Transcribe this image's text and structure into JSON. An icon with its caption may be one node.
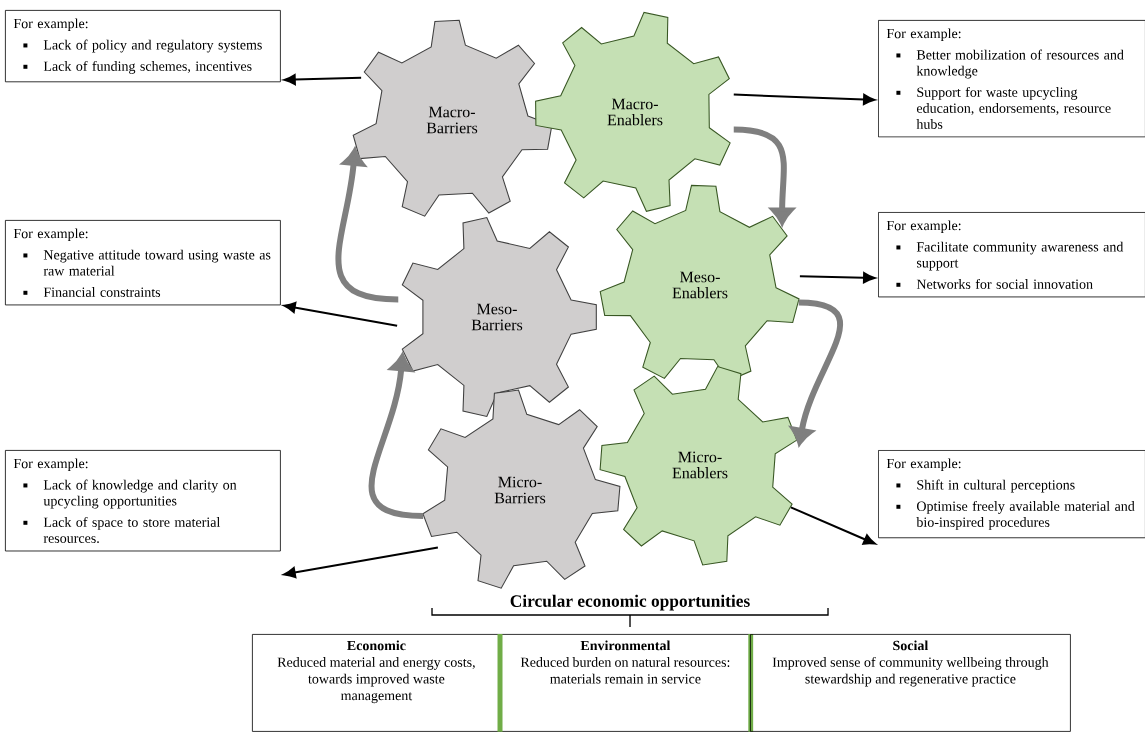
{
  "diagram": {
    "nodes": [
      {
        "text": [
          "Macro- Barriers"
        ]
      },
      {
        "text": [
          "Macro- Enablers"
        ]
      },
      {
        "text": [
          "Meso- Barriers"
        ]
      },
      {
        "text": [
          "Meso- Enablers"
        ]
      },
      {
        "text": [
          "Micro- Barriers"
        ]
      },
      {
        "text": [
          "Micro- Enablers"
        ]
      },
      {
        "text": [
          "For example:",
          "Lack of policy and regulatory systems",
          "Lack of funding schemes, incentives"
        ]
      },
      {
        "text": [
          "For example:",
          "Better mobilization of resources and knowledge",
          "Support for waste upcycling education, endorsements, resource hubs"
        ]
      },
      {
        "text": [
          "For example:",
          "Negative attitude toward using waste as raw material",
          "Financial constraints"
        ]
      },
      {
        "text": [
          "For example:",
          "Facilitate community awareness and support",
          "Networks for social innovation"
        ]
      },
      {
        "text": [
          "For example:",
          "Lack of knowledge and clarity on upcycling opportunities",
          "Lack of space to store material resources."
        ]
      },
      {
        "text": [
          "For example:",
          "Shift in cultural perceptions",
          "Optimise freely available material and bio-inspired procedures"
        ]
      },
      {
        "text": [
          "Economic",
          "Reduced material and energy costs, towards improved waste management"
        ]
      },
      {
        "text": [
          "Environmental",
          "Reduced burden on natural resources: materials remain in service"
        ]
      },
      {
        "text": [
          "Social",
          "Improved sense of community wellbeing through stewardship and regenerative practice"
        ]
      }
    ],
    "edges": [
      {
        "from": 0,
        "to": 6,
        "arrow": "to"
      },
      {
        "from": 1,
        "to": 7,
        "arrow": "to"
      },
      {
        "from": 2,
        "to": 8,
        "arrow": "to"
      },
      {
        "from": 3,
        "to": 9,
        "arrow": "to"
      },
      {
        "from": 4,
        "to": 10,
        "arrow": "to"
      },
      {
        "from": 5,
        "to": 11,
        "arrow": "to"
      },
      {
        "from": 2,
        "to": 0,
        "arrow": "to",
        "style": "thick",
        "color": "#7f7f7f"
      },
      {
        "from": 4,
        "to": 2,
        "arrow": "to",
        "style": "thick",
        "color": "#7f7f7f"
      },
      {
        "from": 1,
        "to": 3,
        "arrow": "to",
        "style": "thick",
        "color": "#7f7f7f"
      },
      {
        "from": 3,
        "to": 5,
        "arrow": "to",
        "style": "thick",
        "color": "#7f7f7f"
      }
    ],
    "labels": [
      "Circular economic opportunities"
    ]
  }
}
